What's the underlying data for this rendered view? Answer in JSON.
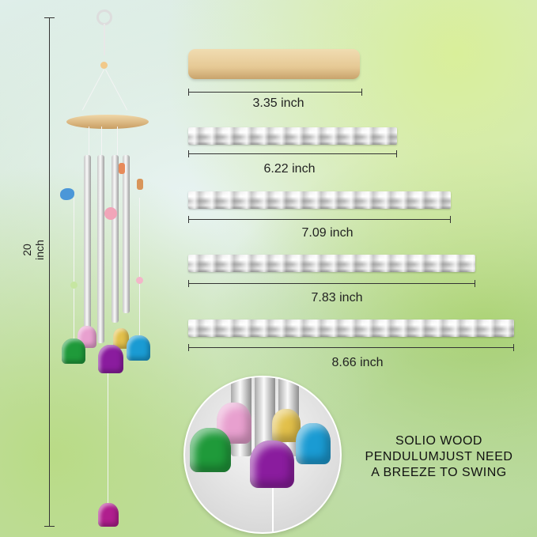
{
  "height_label": "20 inch",
  "parts": [
    {
      "name": "wood-top",
      "label": "3.35 inch"
    },
    {
      "name": "tube-1",
      "label": "6.22 inch"
    },
    {
      "name": "tube-2",
      "label": "7.09 inch"
    },
    {
      "name": "tube-3",
      "label": "7.83 inch"
    },
    {
      "name": "tube-4",
      "label": "8.66 inch"
    }
  ],
  "caption": {
    "line1": "SOLIO WOOD",
    "line2": "PENDULUMJUST NEED",
    "line3": "A BREEZE TO SWING"
  },
  "colors": {
    "bell_green": "#1f9a3a",
    "bell_purple": "#8a1c9e",
    "bell_blue": "#1a9bd3",
    "bell_pink": "#e85aa3",
    "bell_gold": "#e2c04a"
  }
}
